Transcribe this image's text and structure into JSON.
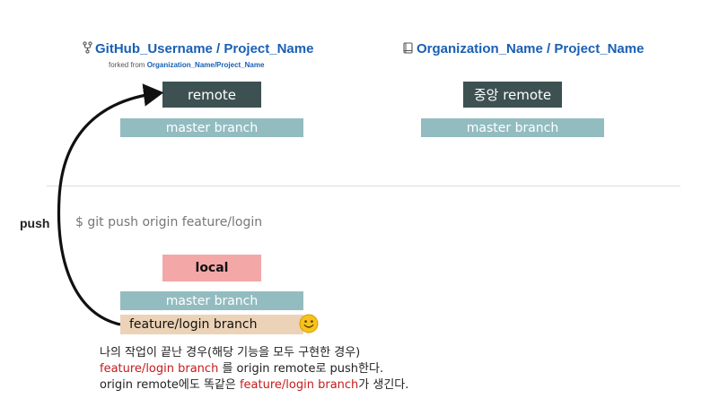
{
  "left_repo": {
    "icon": "fork-icon",
    "owner": "GitHub_Username",
    "separator": "/",
    "project": "Project_Name",
    "forked_prefix": "forked from",
    "forked_from": "Organization_Name/Project_Name",
    "remote_label": "remote",
    "master_label": "master branch"
  },
  "right_repo": {
    "icon": "repo-icon",
    "owner": "Organization_Name",
    "separator": "/",
    "project": "Project_Name",
    "remote_label": "중앙 remote",
    "master_label": "master branch"
  },
  "command": "$ git push origin feature/login",
  "push_label": "push",
  "local": {
    "local_label": "local",
    "master_label": "master branch",
    "feature_label": "feature/login branch",
    "emoji": "smiley-icon"
  },
  "description": {
    "line1": "나의 작업이 끝난 경우(해당 기능을 모두 구현한 경우)",
    "line2_red": "feature/login branch",
    "line2_rest": " 를 origin remote로 push한다.",
    "line3_start": "origin remote에도 똑같은 ",
    "line3_red": "feature/login branch",
    "line3_end": "가 생긴다."
  },
  "colors": {
    "remote": "#3d5152",
    "master": "#93bcc0",
    "local": "#f4a7a7",
    "feature": "#ecd3b7",
    "link": "#1a5fb4",
    "highlight": "#c61a1a"
  }
}
